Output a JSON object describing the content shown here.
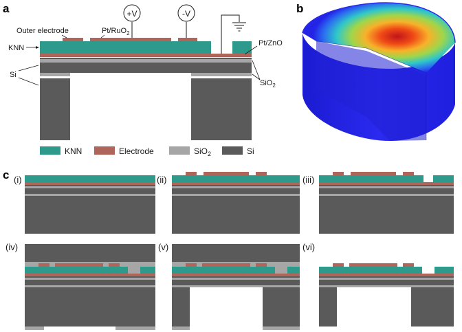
{
  "panels": {
    "a": "a",
    "b": "b",
    "c": "c"
  },
  "panel_a": {
    "outer_electrode": "Outer electrode",
    "pt_ruo2_main": "Pt/RuO",
    "pt_ruo2_sub": "2",
    "plus_v": "+V",
    "minus_v": "-V",
    "knn": "KNN",
    "pt_zno": "Pt/ZnO",
    "si": "Si",
    "sio2_main": "SiO",
    "sio2_sub": "2"
  },
  "legend": {
    "knn": "KNN",
    "electrode": "Electrode",
    "sio2_main": "SiO",
    "sio2_sub": "2",
    "si": "Si"
  },
  "steps": [
    "(i)",
    "(ii)",
    "(iii)",
    "(iv)",
    "(v)",
    "(vi)"
  ],
  "colors": {
    "knn": "#2e9a8c",
    "electrode": "#b0655a",
    "sio2": "#a6a6a6",
    "si": "#5a5a5a",
    "outline": "#3a3a3a"
  }
}
